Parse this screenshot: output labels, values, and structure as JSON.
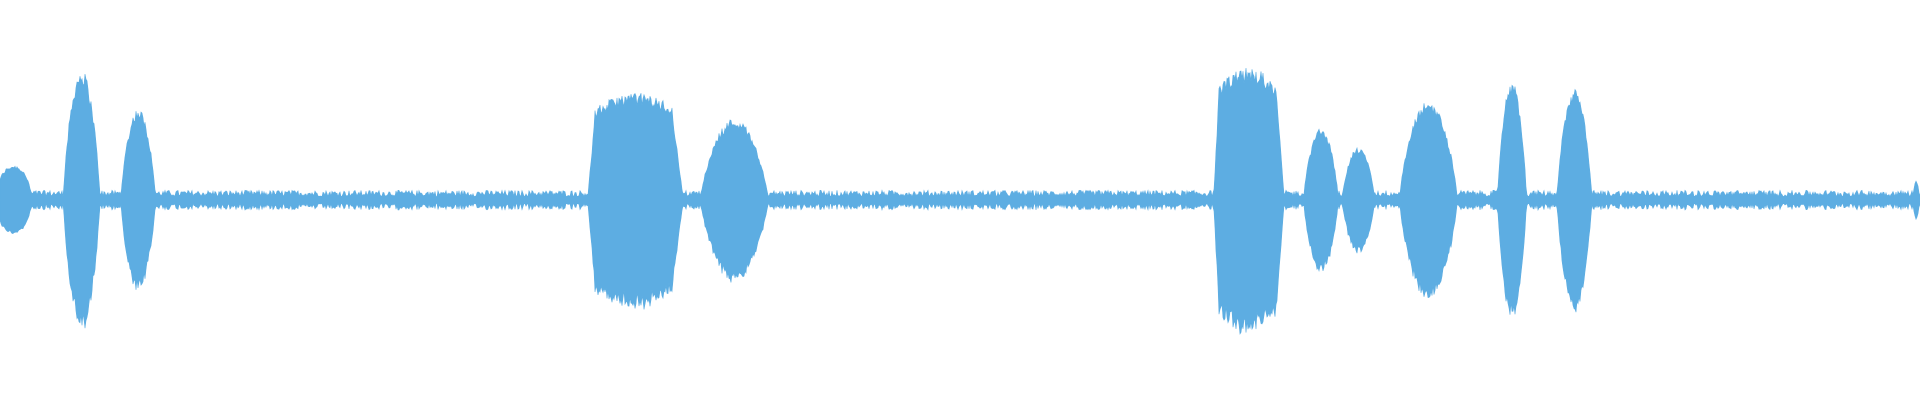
{
  "waveform": {
    "color": "#5dade2",
    "background": "#ffffff",
    "baseline_noise_level": 0.05,
    "segments": [
      {
        "start": 0.0,
        "end": 0.016,
        "peak": 0.18,
        "shape": "blob"
      },
      {
        "start": 0.033,
        "end": 0.052,
        "peak": 0.67,
        "shape": "burst"
      },
      {
        "start": 0.063,
        "end": 0.081,
        "peak": 0.47,
        "shape": "burst"
      },
      {
        "start": 0.306,
        "end": 0.356,
        "peak": 0.55,
        "shape": "plateau"
      },
      {
        "start": 0.365,
        "end": 0.4,
        "peak": 0.42,
        "shape": "burst"
      },
      {
        "start": 0.632,
        "end": 0.669,
        "peak": 0.68,
        "shape": "plateau"
      },
      {
        "start": 0.679,
        "end": 0.697,
        "peak": 0.37,
        "shape": "burst"
      },
      {
        "start": 0.699,
        "end": 0.716,
        "peak": 0.27,
        "shape": "burst"
      },
      {
        "start": 0.729,
        "end": 0.759,
        "peak": 0.51,
        "shape": "burst"
      },
      {
        "start": 0.78,
        "end": 0.795,
        "peak": 0.61,
        "shape": "burst"
      },
      {
        "start": 0.811,
        "end": 0.829,
        "peak": 0.57,
        "shape": "burst"
      },
      {
        "start": 0.996,
        "end": 1.0,
        "peak": 0.1,
        "shape": "spike"
      }
    ]
  }
}
